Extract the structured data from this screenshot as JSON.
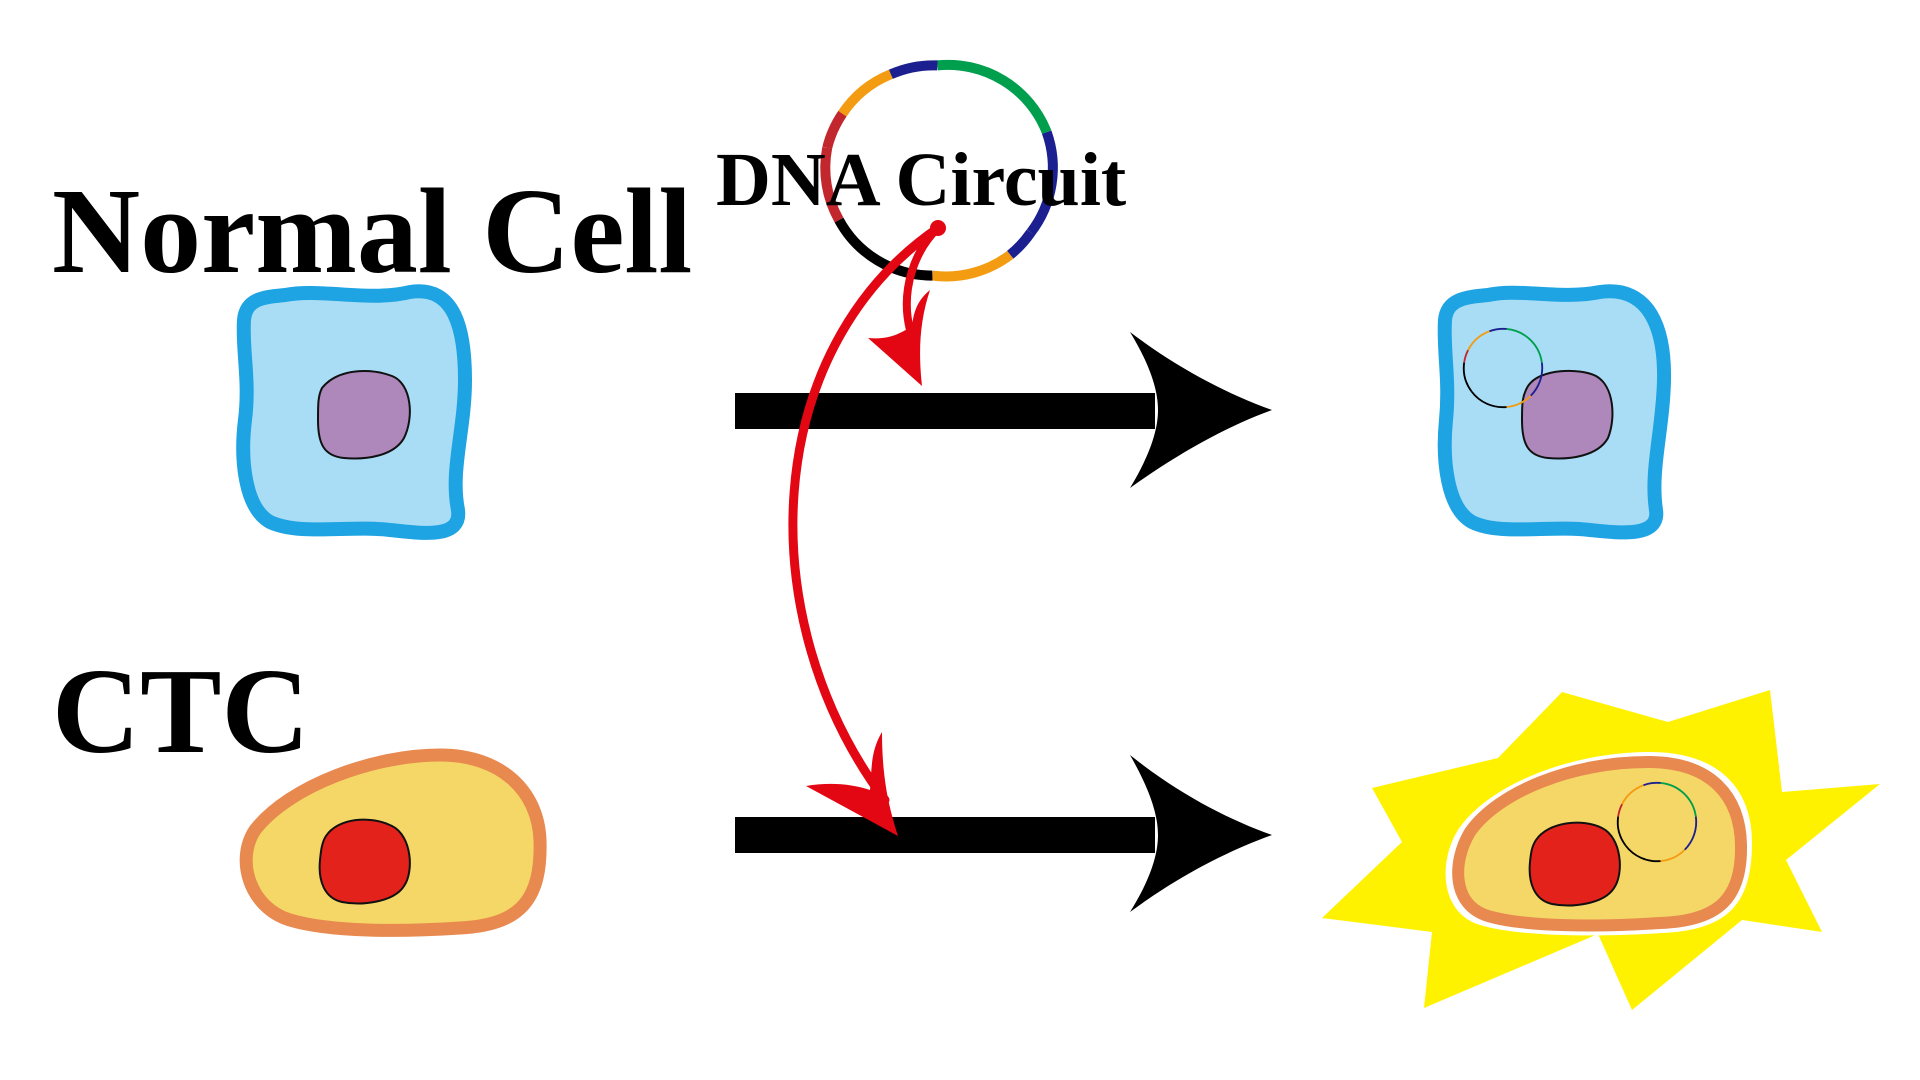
{
  "labels": {
    "normal_cell": "Normal Cell",
    "ctc": "CTC",
    "dna_circuit": "DNA Circuit"
  },
  "colors": {
    "normal_membrane": "#1ea3e3",
    "normal_cytoplasm": "#a9ddf6",
    "normal_nucleus": "#ae87bb",
    "ctc_membrane": "#e8894f",
    "ctc_cytoplasm": "#f5d767",
    "ctc_nucleus": "#e3231b",
    "glow": "#fff200",
    "arrow": "#000000",
    "circuit_arrow": "#e30613",
    "plasmid_segments": [
      "#009f4d",
      "#1b1f8f",
      "#f39c12",
      "#c1272d",
      "#f39c12",
      "#000000",
      "#1b1f8f"
    ]
  },
  "icons": {
    "plasmid": "dna-plasmid-icon",
    "arrow": "right-arrow-icon",
    "cell": "cell-icon"
  }
}
